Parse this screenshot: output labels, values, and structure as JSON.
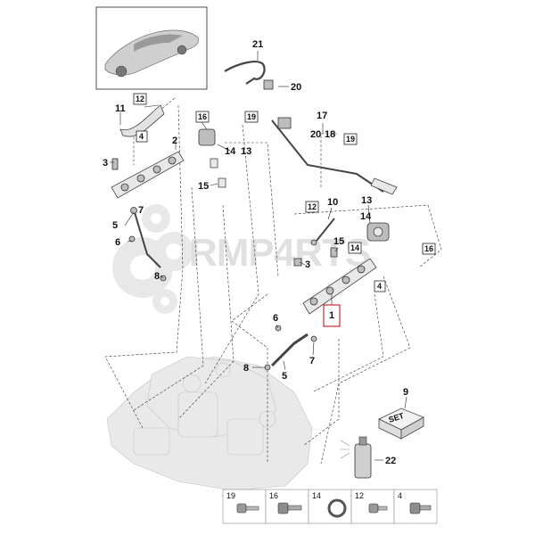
{
  "diagram": {
    "watermark": "RMP4RTS",
    "kit_label": "SET",
    "callouts": {
      "c1": "1",
      "c2": "2",
      "c3a": "3",
      "c3b": "3",
      "c4a": "4",
      "c4b": "4",
      "c5a": "5",
      "c5b": "5",
      "c6a": "6",
      "c6b": "6",
      "c7a": "7",
      "c7b": "7",
      "c8a": "8",
      "c8b": "8",
      "c9": "9",
      "c10": "10",
      "c11": "11",
      "c12a": "12",
      "c12b": "12",
      "c13a": "13",
      "c13b": "13",
      "c14a": "14",
      "c14b": "14",
      "c14c": "14",
      "c15a": "15",
      "c15b": "15",
      "c16a": "16",
      "c16b": "16",
      "c17": "17",
      "c18": "18",
      "c19a": "19",
      "c19b": "19",
      "c20a": "20",
      "c20b": "20",
      "c21": "21",
      "c22": "22"
    },
    "legend": [
      "19",
      "16",
      "14",
      "12",
      "4"
    ]
  }
}
